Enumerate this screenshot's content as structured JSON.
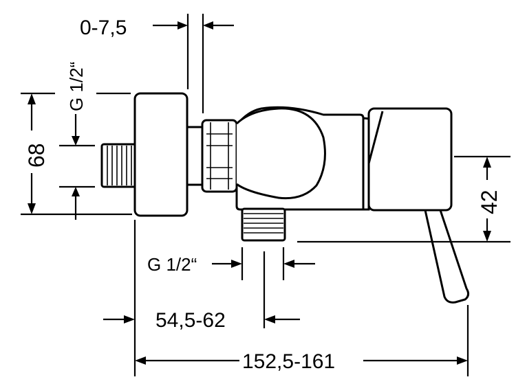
{
  "drawing": {
    "dims": {
      "top_offset": "0-7,5",
      "thread_inlet_vertical": "G 1/2“",
      "height_total": "68",
      "thread_outlet": "G 1/2“",
      "height_lever": "42",
      "projection": "54,5-62",
      "overall_length": "152,5-161"
    }
  },
  "colors": {
    "ink": "#000000",
    "paper": "#ffffff"
  }
}
